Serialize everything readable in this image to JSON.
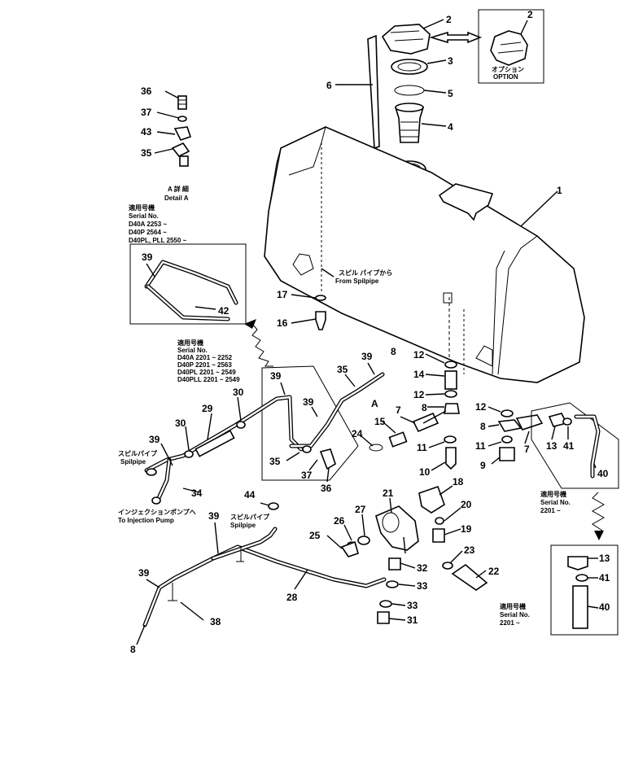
{
  "callouts": {
    "n2a": "2",
    "n2b": "2",
    "n3": "3",
    "n4": "4",
    "n5": "5",
    "n6": "6",
    "n1": "1",
    "n36a": "36",
    "n37a": "37",
    "n43": "43",
    "n35a": "35",
    "n39a": "39",
    "n42": "42",
    "n17": "17",
    "n16": "16",
    "n39b": "39",
    "n8a": "8",
    "n35b": "35",
    "A2": "A",
    "n39c": "39",
    "n39d": "39",
    "n30a": "30",
    "n29": "29",
    "n30b": "30",
    "n35c": "35",
    "n37b": "37",
    "n36b": "36",
    "n12a": "12",
    "n14": "14",
    "n12b": "12",
    "n8b": "8",
    "n7a": "7",
    "n15": "15",
    "n24": "24",
    "n11a": "11",
    "n10": "10",
    "n12c": "12",
    "n8c": "8",
    "n11b": "11",
    "n9": "9",
    "n7b": "7",
    "n13a": "13",
    "n41a": "41",
    "n40a": "40",
    "n39e": "39",
    "n34": "34",
    "n44": "44",
    "n18": "18",
    "n21": "21",
    "n27": "27",
    "n26": "26",
    "n20": "20",
    "n19": "19",
    "n25": "25",
    "n23": "23",
    "n22": "22",
    "n32": "32",
    "n33a": "33",
    "n33b": "33",
    "n31": "31",
    "n39f": "39",
    "n39g": "39",
    "n28": "28",
    "n38": "38",
    "n8d": "8",
    "n13b": "13",
    "n41b": "41",
    "n40b": "40"
  },
  "labels": {
    "option_jp": "オプション",
    "option_en": "OPTION",
    "detail_jp": "A 詳 細",
    "detail_en": "Detail  A",
    "serial1_jp": "適用号機",
    "serial1_en": "Serial No.",
    "serial1_l1": "D40A 2253 ~",
    "serial1_l2": "D40P 2564 ~",
    "serial1_l3": "D40PL, PLL 2550 ~",
    "spill_jp": "スピル パイプから",
    "spill_en": "From Spilpipe",
    "serial2_jp": "適用号機",
    "serial2_en": "Serial No.",
    "serial2_l1": "D40A 2201 ~ 2252",
    "serial2_l2": "D40P 2201 ~ 2563",
    "serial2_l3": "D40PL 2201 ~ 2549",
    "serial2_l4": "D40PLL 2201 ~ 2549",
    "spilpipe1_jp": "スピルパイプ",
    "spilpipe1_en": "Spilpipe",
    "inj_jp": "インジェクションポンプへ",
    "inj_en": "To Injection Pump",
    "spilpipe2_jp": "スピルパイプ",
    "spilpipe2_en": "Spilpipe",
    "serial3_jp": "適用号機",
    "serial3_en": "Serial No.",
    "serial3_l1": "2201 ~",
    "serial4_jp": "適用号機",
    "serial4_en": "Serial No.",
    "serial4_l1": "2201 ~"
  }
}
